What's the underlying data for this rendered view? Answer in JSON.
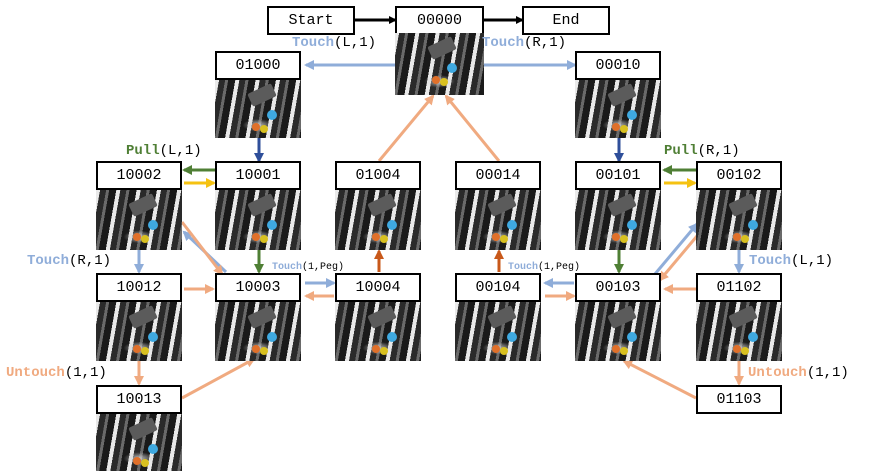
{
  "nodes": {
    "start": "Start",
    "root": "00000",
    "end": "End",
    "n01000": "01000",
    "n00010": "00010",
    "n10002": "10002",
    "n10001": "10001",
    "n01004": "01004",
    "n00014": "00014",
    "n00101": "00101",
    "n00102": "00102",
    "n10012": "10012",
    "n10003": "10003",
    "n10004": "10004",
    "n00104": "00104",
    "n00103": "00103",
    "n01102": "01102",
    "n10013": "10013",
    "n01103": "01103"
  },
  "edge_labels": {
    "touch_l1": {
      "kw": "Touch",
      "arg": "(L,1)"
    },
    "touch_r1": {
      "kw": "Touch",
      "arg": "(R,1)"
    },
    "pull_l1": {
      "kw": "Pull",
      "arg": "(L,1)"
    },
    "pull_r1": {
      "kw": "Pull",
      "arg": "(R,1)"
    },
    "touch_r1_left": {
      "kw": "Touch",
      "arg": "(R,1)"
    },
    "touch_l1_right": {
      "kw": "Touch",
      "arg": "(L,1)"
    },
    "touch_peg_left": {
      "kw": "Touch",
      "arg": "(1,Peg)"
    },
    "touch_peg_right": {
      "kw": "Touch",
      "arg": "(1,Peg)"
    },
    "untouch_left": {
      "kw": "Untouch",
      "arg": "(1,1)"
    },
    "untouch_right": {
      "kw": "Untouch",
      "arg": "(1,1)"
    }
  },
  "colors": {
    "black": "#000000",
    "blue_light": "#8fadd9",
    "blue_dark": "#2f4f9a",
    "green": "#4f7f35",
    "yellow": "#f5c211",
    "orange_light": "#f0aa80",
    "orange_dark": "#c8581a"
  }
}
